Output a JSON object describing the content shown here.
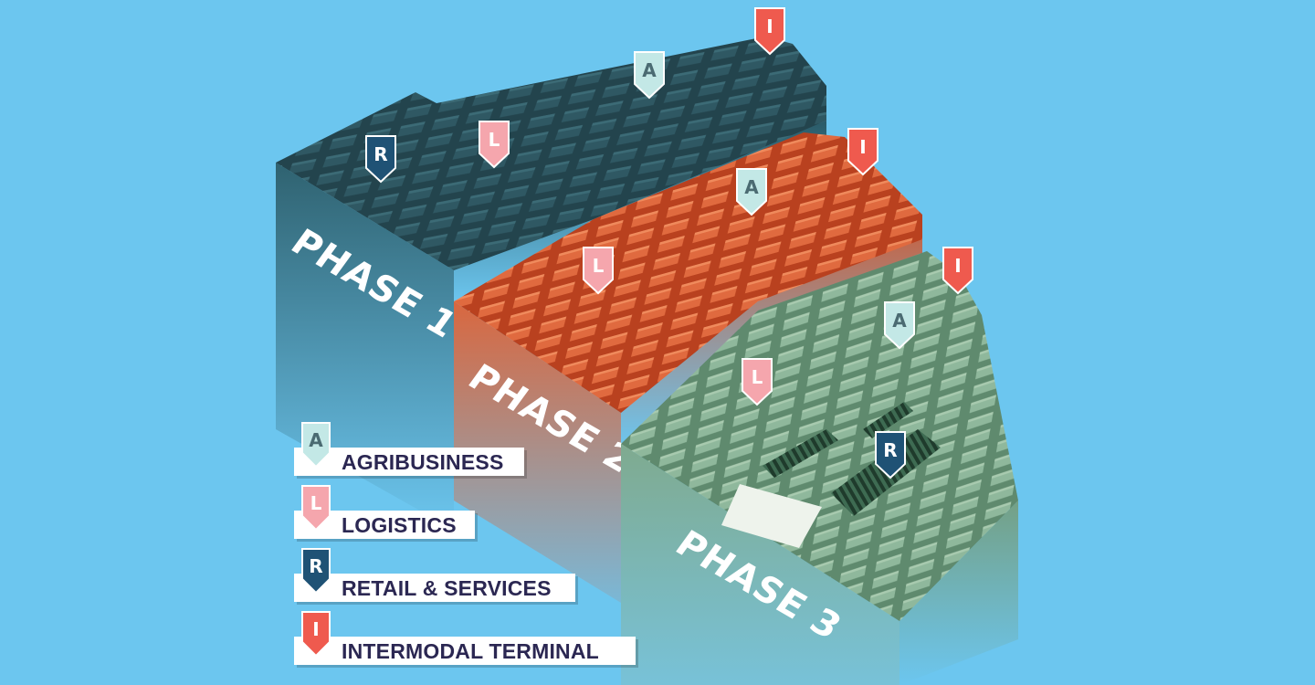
{
  "phases": [
    {
      "label": "PHASE 1",
      "color": "#24464f"
    },
    {
      "label": "PHASE 2",
      "color": "#d9532d"
    },
    {
      "label": "PHASE 3",
      "color": "#7aa689"
    }
  ],
  "markers": {
    "agribusiness": {
      "letter": "A",
      "color": "#c3e8e6",
      "text_color": "#4b6b72"
    },
    "logistics": {
      "letter": "L",
      "color": "#f5a6ad",
      "text_color": "#ffffff"
    },
    "retail": {
      "letter": "R",
      "color": "#1f5275",
      "text_color": "#ffffff"
    },
    "intermodal": {
      "letter": "I",
      "color": "#ef5a4e",
      "text_color": "#ffffff"
    }
  },
  "legend": [
    {
      "key": "agribusiness",
      "label": "AGRIBUSINESS"
    },
    {
      "key": "logistics",
      "label": "LOGISTICS"
    },
    {
      "key": "retail",
      "label": "RETAIL & SERVICES"
    },
    {
      "key": "intermodal",
      "label": "INTERMODAL TERMINAL"
    }
  ]
}
